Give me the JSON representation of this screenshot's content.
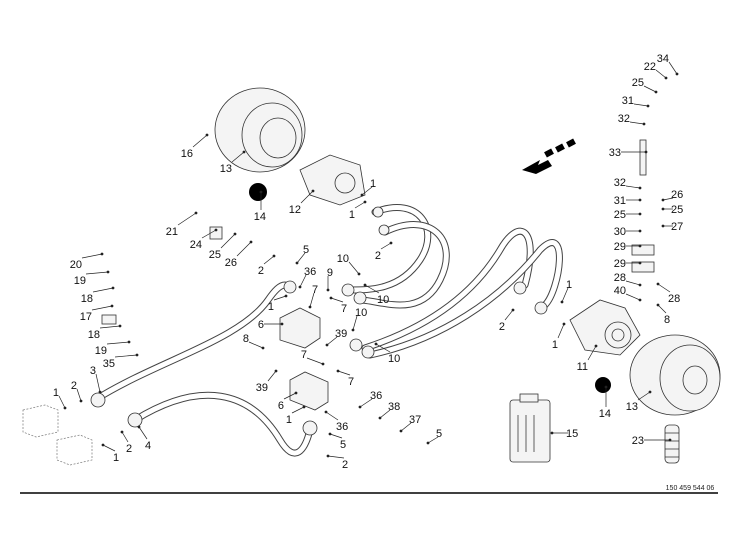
{
  "diagram": {
    "callouts": [
      "34",
      "22",
      "25",
      "31",
      "32",
      "33",
      "32",
      "26",
      "31",
      "25",
      "25",
      "27",
      "30",
      "29",
      "29",
      "28",
      "28",
      "40",
      "8",
      "1",
      "1",
      "2",
      "11",
      "14",
      "13",
      "23",
      "15",
      "5",
      "37",
      "38",
      "36",
      "10",
      "10",
      "10",
      "10",
      "39",
      "7",
      "7",
      "9",
      "36",
      "5",
      "2",
      "1",
      "6",
      "8",
      "7",
      "7",
      "39",
      "6",
      "1",
      "36",
      "5",
      "2",
      "3",
      "2",
      "1",
      "4",
      "2",
      "1",
      "20",
      "19",
      "18",
      "17",
      "18",
      "19",
      "35",
      "21",
      "24",
      "25",
      "26",
      "16",
      "13",
      "14",
      "12",
      "1",
      "1",
      "2"
    ],
    "document_number": "150 459 544 06",
    "colors": {
      "line": "#333333",
      "fill": "#f4f4f4",
      "ball": "#000000"
    }
  }
}
